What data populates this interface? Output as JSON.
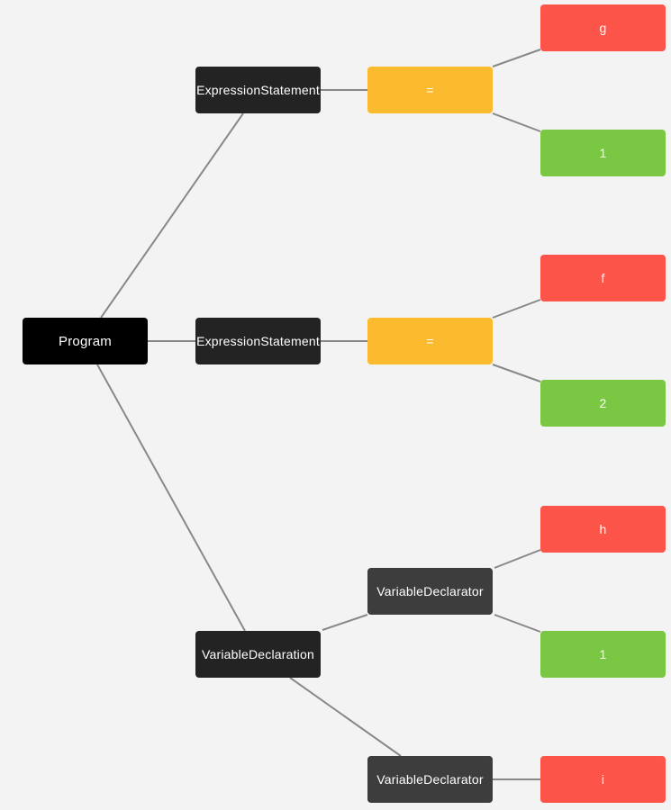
{
  "colors": {
    "background": "#f3f3f3",
    "edge": "#888888",
    "program": "#000000",
    "statement": "#232323",
    "declarator": "#3d3d3d",
    "operator": "#fcbb2f",
    "identifier": "#fc5449",
    "literal": "#7ac744"
  },
  "tree": {
    "root": {
      "label": "Program"
    },
    "statements": [
      {
        "label": "ExpressionStatement",
        "operator": "=",
        "left": "g",
        "right": "1"
      },
      {
        "label": "ExpressionStatement",
        "operator": "=",
        "left": "f",
        "right": "2"
      },
      {
        "label": "VariableDeclaration",
        "declarators": [
          {
            "label": "VariableDeclarator",
            "id": "h",
            "init": "1"
          },
          {
            "label": "VariableDeclarator",
            "id": "i"
          }
        ]
      }
    ]
  }
}
